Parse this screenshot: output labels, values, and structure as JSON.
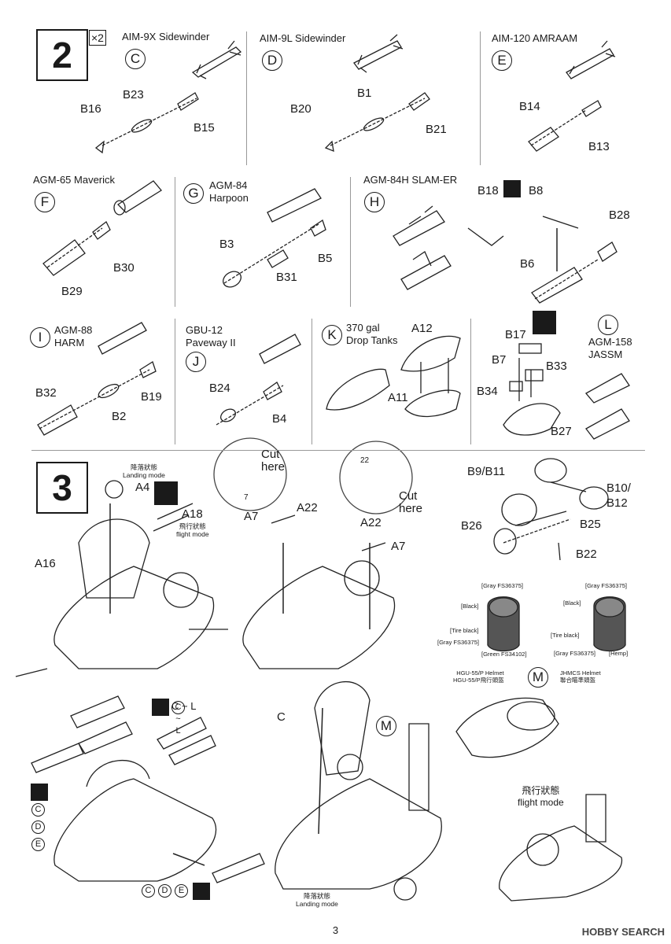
{
  "step2": {
    "number": "2",
    "multiplier": "×2",
    "C": {
      "title": "AIM-9X Sidewinder",
      "mark": "C",
      "parts": [
        "B16",
        "B23",
        "B15"
      ]
    },
    "D": {
      "title": "AIM-9L Sidewinder",
      "mark": "D",
      "parts": [
        "B20",
        "B1",
        "B21"
      ]
    },
    "E": {
      "title": "AIM-120 AMRAAM",
      "mark": "E",
      "parts": [
        "B14",
        "B13"
      ]
    },
    "F": {
      "title": "AGM-65 Maverick",
      "mark": "F",
      "parts": [
        "B30",
        "B29"
      ]
    },
    "G": {
      "title": "AGM-84\nHarpoon",
      "mark": "G",
      "parts": [
        "B3",
        "B31",
        "B5"
      ]
    },
    "H": {
      "title": "AGM-84H SLAM-ER",
      "mark": "H",
      "parts": [
        "B18",
        "B8",
        "B28",
        "B6"
      ]
    },
    "I": {
      "title": "AGM-88\nHARM",
      "mark": "I",
      "parts": [
        "B32",
        "B2",
        "B19"
      ]
    },
    "J": {
      "title": "GBU-12\nPaveway II",
      "mark": "J",
      "parts": [
        "B24",
        "B4"
      ]
    },
    "K": {
      "title": "370 gal\nDrop Tanks",
      "mark": "K",
      "parts": [
        "A12",
        "A11"
      ]
    },
    "L": {
      "title": "AGM-158\nJASSM",
      "mark": "L",
      "parts": [
        "B17",
        "B7",
        "B33",
        "B34",
        "B27"
      ]
    }
  },
  "step3": {
    "number": "3",
    "landing_mode": "降落狀態\nLanding mode",
    "flight_mode": "飛行狀態\nflight mode",
    "flight_mode_2": "飛行狀態\nflight mode",
    "landing_mode_2": "降落狀態\nLanding mode",
    "parts": {
      "A4": "A4",
      "A18": "A18",
      "A16": "A16",
      "A7a": "A7",
      "A22a": "A22",
      "A22b": "A22",
      "A7b": "A7",
      "B9B11": "B9/B11",
      "B10B12": "B10/\nB12",
      "B26": "B26",
      "B25": "B25",
      "B22": "B22",
      "C": "C"
    },
    "cut_here_1": "Cut\nhere",
    "cut_here_2": "Cut\nhere",
    "inset_num_1": "7",
    "inset_num_2": "22",
    "range": "C ~ L",
    "marks_col": [
      "C",
      "D",
      "E"
    ],
    "marks_row": [
      "C",
      "D",
      "E"
    ],
    "helmet_mark": "M",
    "helmet_left": {
      "labels": [
        "[Gray FS36375]",
        "[Black]",
        "[Tire black]",
        "[Gray FS36375]",
        "[Green FS34102]"
      ],
      "caption": "HGU-55/P Helmet\nHGU-55/P飛行頭盔"
    },
    "helmet_right": {
      "labels": [
        "[Gray FS36375]",
        "[Black]",
        "[Tire black]",
        "[Gray FS36375]",
        "[Hemp]"
      ],
      "caption": "JHMCS Helmet\n聯合瞄準頭盔"
    }
  },
  "page_number": "3",
  "watermark": "HOBBY SEARCH"
}
